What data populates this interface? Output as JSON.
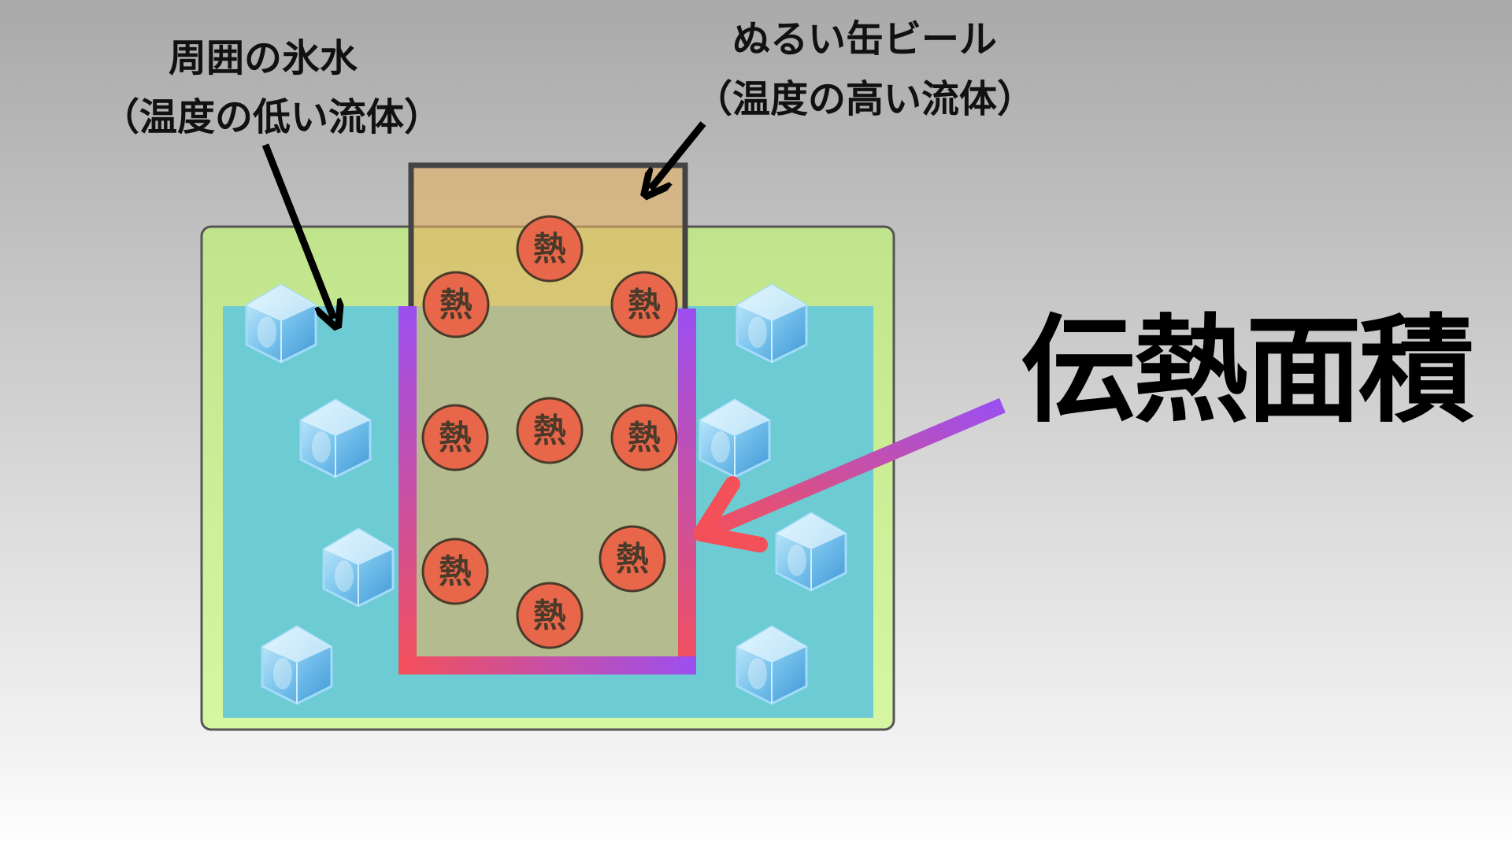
{
  "labels": {
    "ice_water_line1": "周囲の氷水",
    "ice_water_line2": "（温度の低い流体）",
    "beer_line1": "ぬるい缶ビール",
    "beer_line2": "（温度の高い流体）",
    "heat_transfer_area": "伝熱面積"
  },
  "heat_symbol": "熱",
  "heat_particle_count": 9,
  "ice_cube_count": 8,
  "colors": {
    "container_fill": "#c6e897",
    "water_fill": "#6ccbd3",
    "can_fill": "#e5b878",
    "heat_fill": "#e8674a",
    "gradient_start": "#9b4ff0",
    "gradient_end": "#f4505a"
  }
}
